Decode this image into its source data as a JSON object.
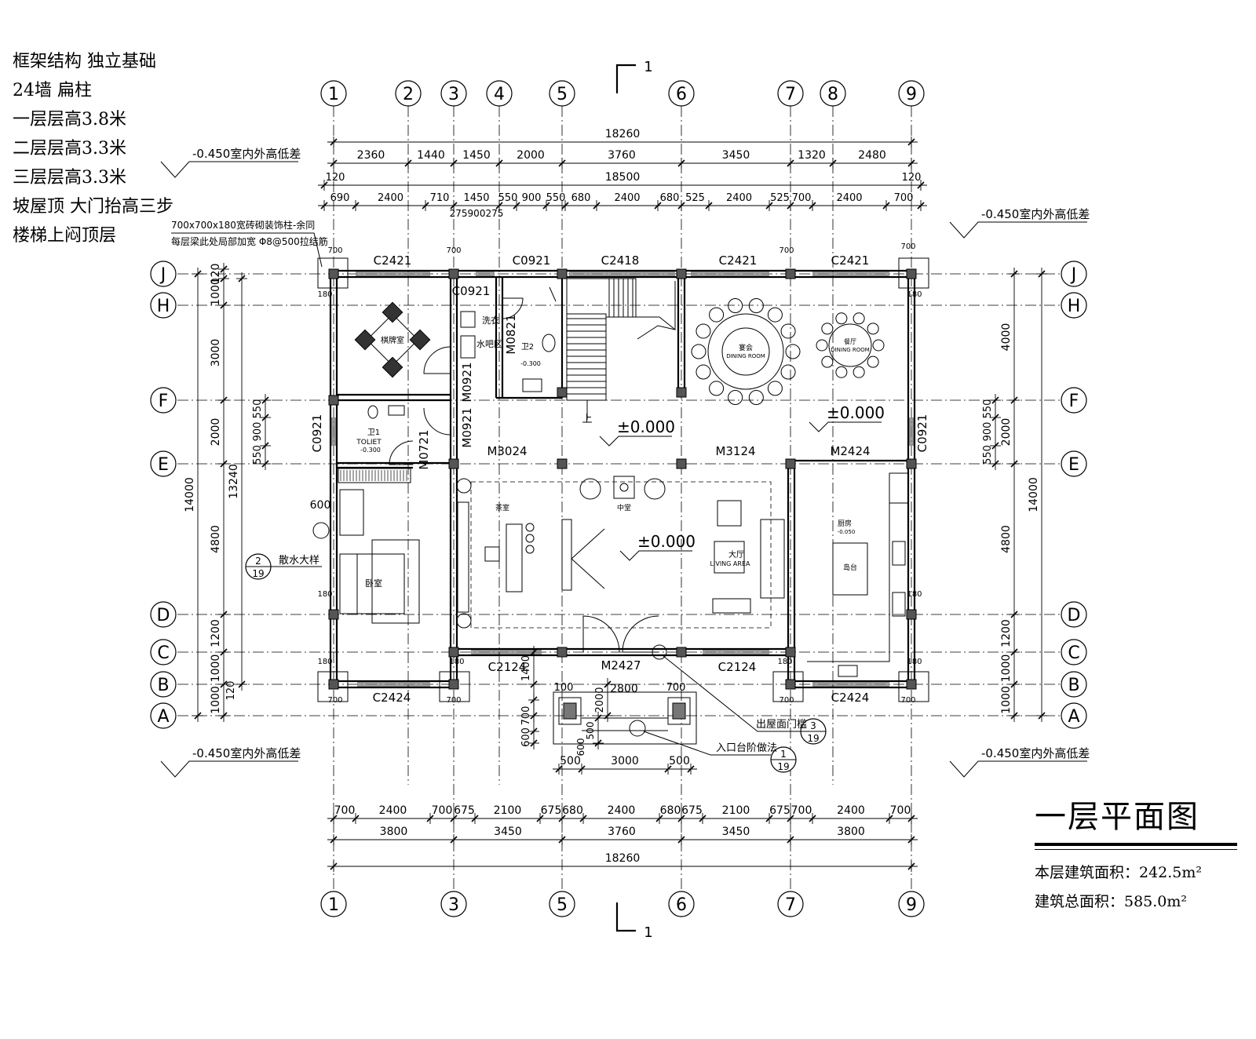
{
  "notes": [
    "框架结构 独立基础",
    "24墙 扁柱",
    "一层层高3.8米",
    "二层层高3.3米",
    "三层层高3.3米",
    "坡屋顶 大门抬高三步",
    "楼梯上闷顶层"
  ],
  "title": "一层平面图",
  "area": {
    "floor_label": "本层建筑面积：242.5m²",
    "total_label": "建筑总面积：585.0m²"
  },
  "section_mark": "1",
  "level_note": "-0.450室内外高低差",
  "callout_note": [
    "700x700x180宽砖砌装饰柱-余同",
    "每层梁此处局部加宽 Φ8@500拉结筋"
  ],
  "grid_top": [
    "1",
    "2",
    "3",
    "4",
    "5",
    "6",
    "7",
    "8",
    "9"
  ],
  "grid_bottom": [
    "1",
    "3",
    "5",
    "6",
    "7",
    "9"
  ],
  "grid_rows": [
    "J",
    "H",
    "F",
    "E",
    "D",
    "C",
    "B",
    "A"
  ],
  "dims_top_overall": [
    "18260",
    "18500",
    "120",
    "120"
  ],
  "dims_top_row1": [
    "2360",
    "1440",
    "1450",
    "2000",
    "3760",
    "3450",
    "1320",
    "2480"
  ],
  "dims_top_row3": [
    "690",
    "2400",
    "710",
    "1450",
    "550",
    "900",
    "550",
    "680",
    "2400",
    "680",
    "525",
    "2400",
    "525",
    "700",
    "2400",
    "700"
  ],
  "dims_top_small": "275900275",
  "dims_bottom_row1": [
    "700",
    "2400",
    "700",
    "675",
    "2100",
    "675",
    "680",
    "2400",
    "680",
    "675",
    "2100",
    "675",
    "700",
    "2400",
    "700"
  ],
  "dims_bottom_row2": [
    "3800",
    "3450",
    "3760",
    "3450",
    "3800"
  ],
  "dims_bottom_overall": "18260",
  "dims_entry": [
    "500",
    "3000",
    "500"
  ],
  "dims_left_outer": [
    "14000",
    "13240"
  ],
  "dims_left_inner": [
    "120",
    "1000",
    "3000",
    "2000",
    "4800",
    "1200",
    "1000",
    "1000",
    "120",
    "550",
    "900",
    "550"
  ],
  "dims_right": [
    "4000",
    "2000",
    "4800",
    "1200",
    "1000",
    "1000",
    "14000",
    "550",
    "900",
    "550"
  ],
  "dims_entry_vert": [
    "1400",
    "2000",
    "2800",
    "700",
    "600",
    "500",
    "100",
    "700",
    "700",
    "600"
  ],
  "windows": [
    "C2421",
    "C0921",
    "C2418",
    "C2421",
    "C2421",
    "C0921",
    "C0921",
    "C0921",
    "C2124",
    "C2124",
    "C2424",
    "C2424"
  ],
  "doors": [
    "M3024",
    "M3124",
    "M2424",
    "M2427",
    "M0921",
    "M0921",
    "M0721",
    "M0821"
  ],
  "levels": [
    "±0.000",
    "±0.000",
    "±0.000"
  ],
  "room_labels": [
    "棋牌室",
    "洗衣",
    "水吧区",
    "卫2",
    "卫1",
    "TOLIET",
    "卧室",
    "茶室",
    "中堂",
    "大厅",
    "LIVING AREA",
    "餐厅",
    "DINING ROOM",
    "宴会",
    "厨房",
    "岛台",
    "上",
    "-0.300",
    "-0.050"
  ],
  "small_dims": [
    "700",
    "180",
    "600"
  ],
  "detail_refs": [
    {
      "label": "散水大样",
      "num": "2",
      "sheet": "19"
    },
    {
      "label": "出屋面门槛",
      "num": "3",
      "sheet": "19"
    },
    {
      "label": "入口台阶做法",
      "num": "1",
      "sheet": "19"
    }
  ]
}
